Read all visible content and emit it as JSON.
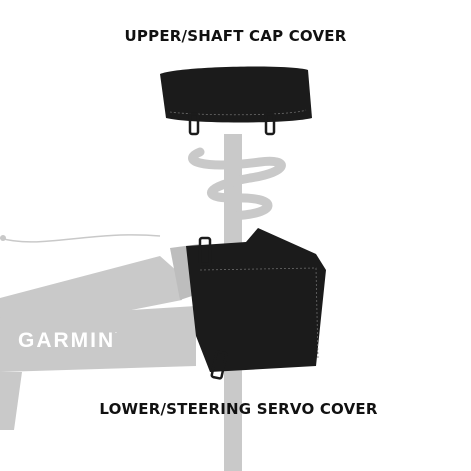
{
  "labels": {
    "upper_cover": "UPPER/SHAFT CAP COVER",
    "lower_cover": "LOWER/STEERING SERVO COVER"
  },
  "brand": {
    "name": "GARMIN",
    "mark": "."
  },
  "colors": {
    "background": "#ffffff",
    "mount_gray": "#c9c9c9",
    "cover_black": "#1b1b1b",
    "caption_text": "#111111",
    "brand_text": "#ffffff"
  }
}
